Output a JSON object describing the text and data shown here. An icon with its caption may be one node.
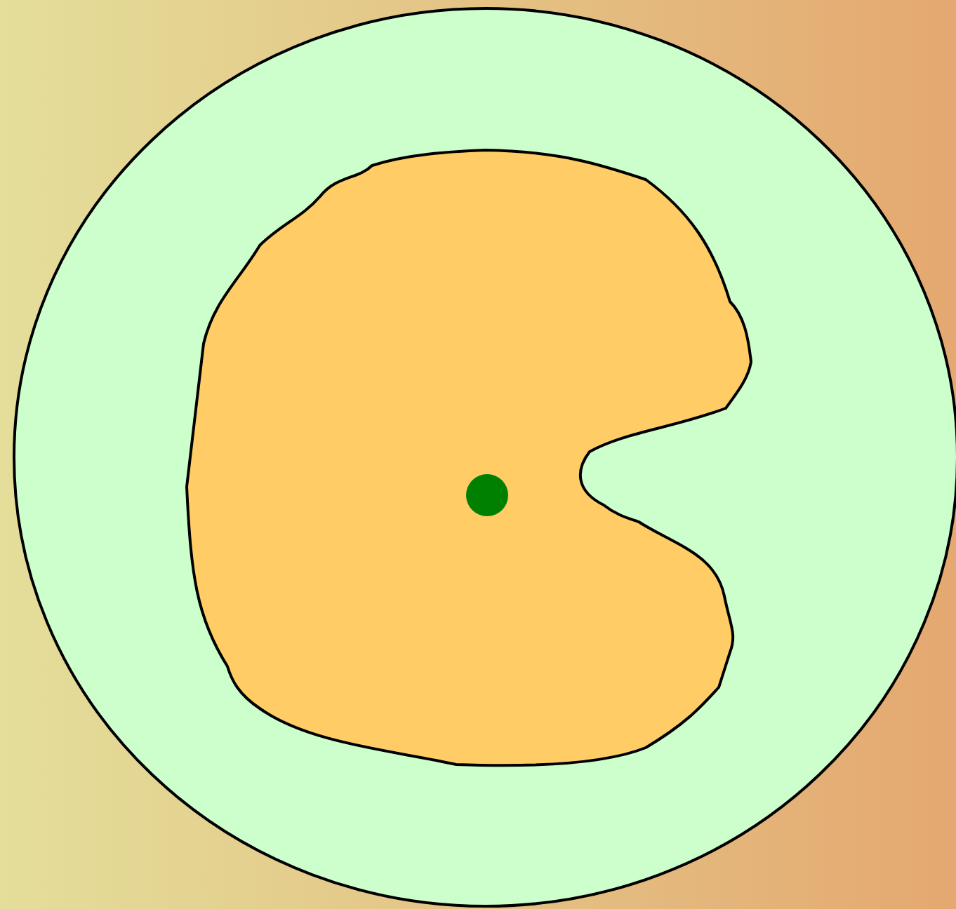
{
  "diagram": {
    "nodes": [
      {
        "text": [],
        "shape": "circle"
      },
      {
        "text": [],
        "shape": "blob",
        "in": 0
      },
      {
        "text": [],
        "shape": "circle",
        "in": 1
      }
    ]
  }
}
